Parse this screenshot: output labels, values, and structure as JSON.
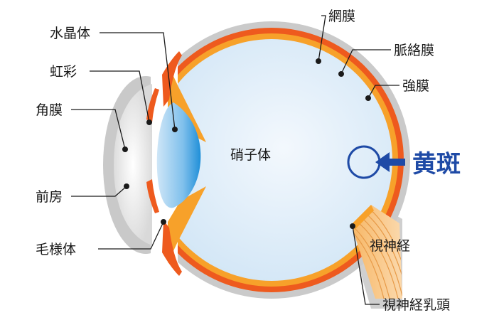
{
  "labels": {
    "crystalline_lens": "水晶体",
    "iris": "虹彩",
    "cornea": "角膜",
    "anterior_chamber": "前房",
    "ciliary_body": "毛様体",
    "retina": "網膜",
    "choroid": "脈絡膜",
    "sclera": "強膜",
    "vitreous_body": "硝子体",
    "macula": "黄斑",
    "optic_nerve": "視神経",
    "optic_disc": "視神経乳頭"
  },
  "colors": {
    "sclera": "#c8c8c8",
    "choroid": "#ee5a1e",
    "retina": "#f7a12a",
    "vitreous": "#dfeefa",
    "lens": "#3aa0e0",
    "macula_highlight": "#1e4aa6",
    "optic_nerve": "#f5c080"
  }
}
